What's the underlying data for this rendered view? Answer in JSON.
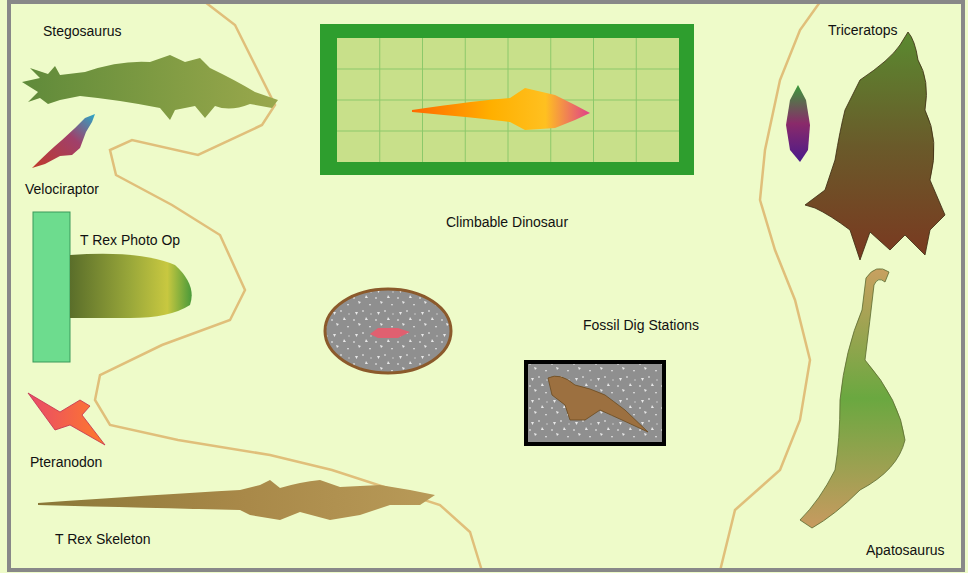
{
  "diagram": {
    "labels": [
      "Stegosaurus",
      "Velociraptor",
      "T Rex Photo Op",
      "Pteranodon",
      "T Rex Skeleton",
      "Climbable Dinosaur",
      "Fossil Dig Stations",
      "Triceratops",
      "Apatosaurus"
    ]
  }
}
